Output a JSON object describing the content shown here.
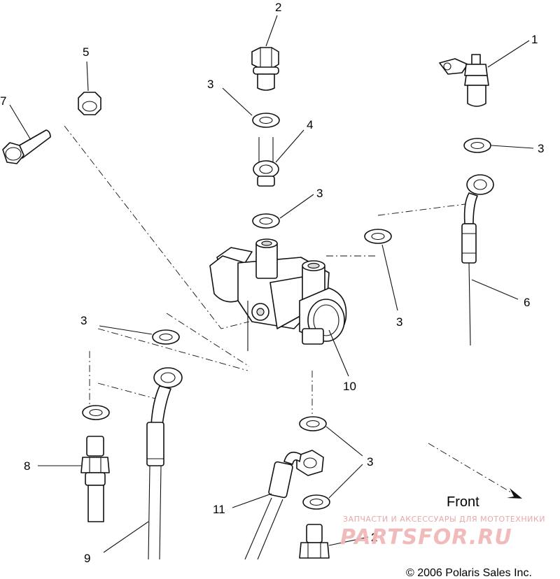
{
  "callouts": {
    "c1": "1",
    "c2_top": "2",
    "c2_bottom": "2",
    "c3_a": "3",
    "c3_b": "3",
    "c3_c": "3",
    "c3_d": "3",
    "c3_e": "3",
    "c3_f": "3",
    "c4": "4",
    "c5": "5",
    "c6": "6",
    "c7": "7",
    "c8": "8",
    "c9": "9",
    "c10": "10",
    "c11": "11"
  },
  "front_label": "Front",
  "copyright": "© 2006 Polaris Sales Inc.",
  "watermark": {
    "tagline": "ЗАПЧАСТИ И АКСЕССУАРЫ ДЛЯ МОТОТЕХНИКИ",
    "logo": "PARTSFOR.RU"
  },
  "colors": {
    "line": "#111111",
    "watermark": "#f2b8b8"
  }
}
